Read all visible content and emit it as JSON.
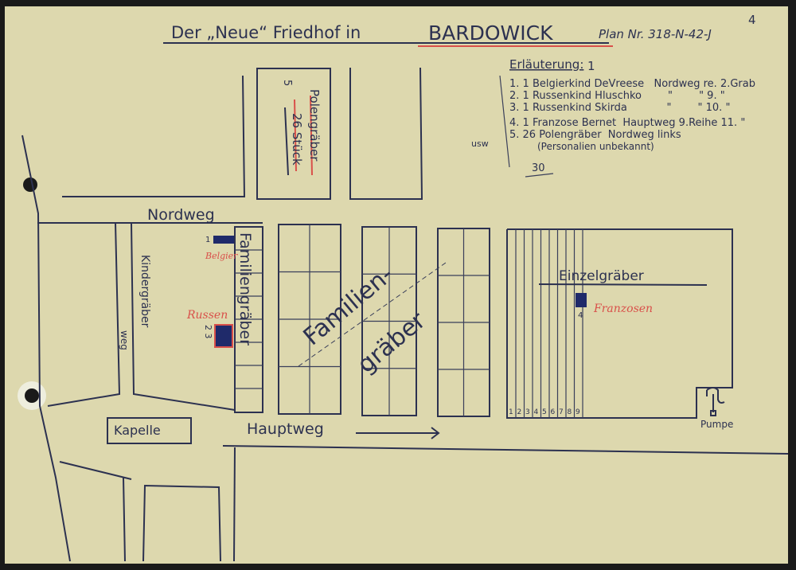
{
  "title": {
    "prefix": "Der „Neue“ Friedhof in",
    "place": "BARDOWICK",
    "plan_no": "Plan Nr. 318-N-42-J",
    "page_mark": "4"
  },
  "legend": {
    "heading": "Erläuterung:",
    "heading_num": "1",
    "items": [
      "1. 1 Belgierkind DeVreese   Nordweg re. 2.Grab",
      "2. 1 Russenkind Hluschko        \"        \" 9. \"",
      "3. 1 Russenkind Skirda            \"        \" 10. \"",
      "4. 1 Franzose Bernet  Hauptweg 9.Reihe 11. \"",
      "5. 26 Polengräber  Nordweg links",
      "(Personalien unbekannt)"
    ],
    "side_mark": "usw",
    "count": "30"
  },
  "map": {
    "polen_no": "5",
    "polen_label": "Polengräber",
    "polen_count": "26 Stück",
    "nordweg": "Nordweg",
    "hauptweg": "Hauptweg",
    "kindergraeber": "Kindergräber",
    "weg": "weg",
    "familiengraeber_strip": "Familiengräber",
    "familien_big1": "Familien-",
    "familien_big2": "gräber",
    "belgier_no": "1",
    "belgier_label": "Belgier",
    "russen_label": "Russen",
    "russen_no": "2 3",
    "einzel": "Einzelgräber",
    "franzosen_no": "4",
    "franzosen_label": "Franzosen",
    "rows": [
      "1",
      "2",
      "3",
      "4",
      "5",
      "6",
      "7",
      "8",
      "9"
    ],
    "kapelle": "Kapelle",
    "pumpe": "Pumpe"
  }
}
